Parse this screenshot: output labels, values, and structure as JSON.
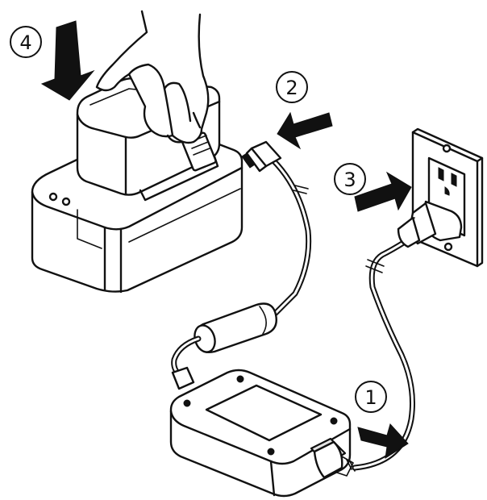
{
  "steps": [
    {
      "number": "1",
      "target": "ac-adapter"
    },
    {
      "number": "2",
      "target": "dc-plug"
    },
    {
      "number": "3",
      "target": "wall-outlet"
    },
    {
      "number": "4",
      "target": "battery-into-charger"
    }
  ],
  "colors": {
    "line": "#111111",
    "background": "#ffffff",
    "shade": "#e4e4e4"
  }
}
